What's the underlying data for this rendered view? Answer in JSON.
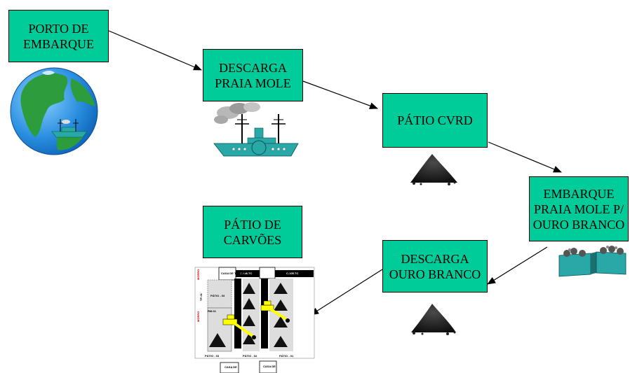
{
  "colors": {
    "box_fill": "#00cc99",
    "arrow": "#000000",
    "ship": "#2aa7a7",
    "coal": "#1a1a1a",
    "label_red": "#cc0000",
    "crane_yellow": "#ffff00"
  },
  "nodes": {
    "porto": "PORTO DE\nEMBARQUE",
    "descarga_pm": "DESCARGA\nPRAIA MOLE",
    "patio_cvrd": "PÁTIO CVRD",
    "embarque_pm": "EMBARQUE\nPRAIA MOLE P/\nOURO BRANCO",
    "descarga_ob": "DESCARGA\nOURO BRANCO",
    "patio_carvoes": "PÁTIO DE\nCARVÕES"
  },
  "icons": {
    "globe": "globe-with-ship-icon",
    "ship": "steamship-icon",
    "coal_pile": "coal-pile-icon",
    "rail_wagons": "rail-wagons-icon",
    "yard_map": "coal-yard-map-icon"
  },
  "yard_map": {
    "labels": {
      "casa_top": "CASA\nDE\nTRANSF",
      "conveyor_top_1": "C-106.TC",
      "conveyor_top_2": "C-105.TC",
      "patio_03_box": "PÁTIO - 03",
      "patio_03": "PÁTIO - 03",
      "patio_02": "PÁTIO - 02",
      "patio_01": "PÁTIO - 01",
      "side_1": "MORRO",
      "side_2": "MORRO",
      "side_3": "TP-01",
      "rm": "RM-01",
      "casa_bottom_1": "CASA\nDE",
      "casa_bottom_2": "CASA\nDE"
    }
  }
}
